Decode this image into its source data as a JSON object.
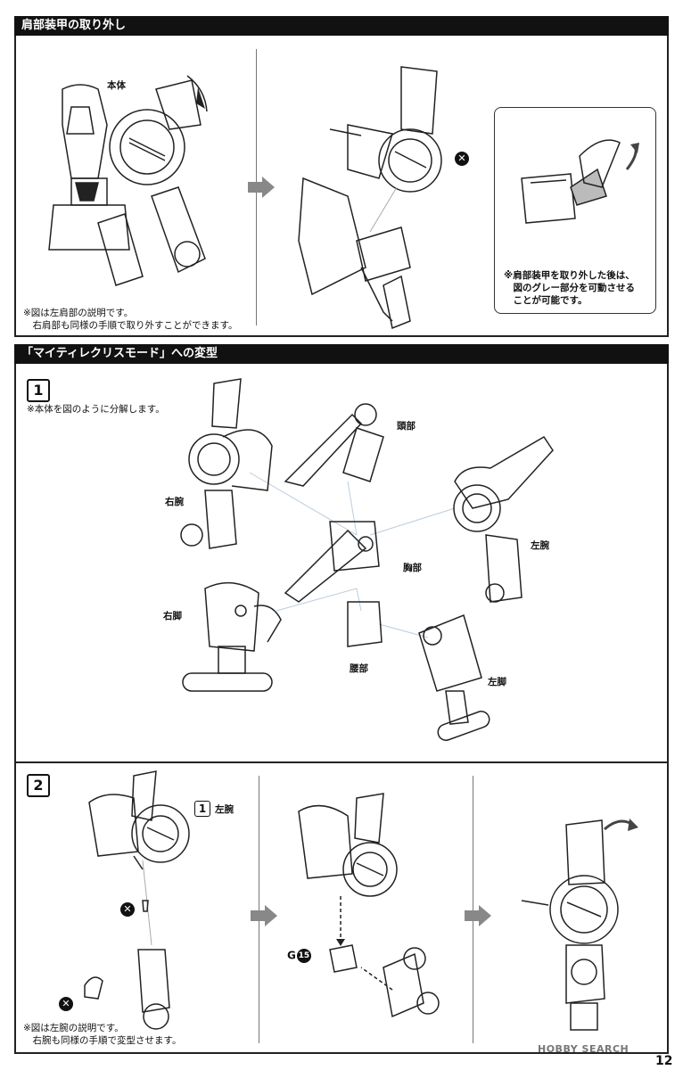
{
  "sections": {
    "s1_title": "肩部装甲の取り外し",
    "s2_title": "「マイティレクリスモード」への変型"
  },
  "s1": {
    "label_body": "本体",
    "note_left": "※図は左肩部の説明です。\n　右肩部も同様の手順で取り外すことができます。",
    "note_inset": "※肩部装甲を取り外した後は、\n　図のグレー部分を可動させる\n　ことが可能です。",
    "x": "✕"
  },
  "step1": {
    "num": "1",
    "note": "※本体を図のように分解します。",
    "parts": {
      "head": "頭部",
      "right_arm": "右腕",
      "left_arm": "左腕",
      "chest": "胸部",
      "right_leg": "右脚",
      "waist": "腰部",
      "left_leg": "左脚"
    }
  },
  "step2": {
    "num": "2",
    "ref_num": "1",
    "ref_label": "左腕",
    "part_letter": "G",
    "part_number": "15",
    "note": "※図は左腕の説明です。\n　右腕も同様の手順で変型させます。",
    "x1": "✕",
    "x2": "✕"
  },
  "footer": {
    "watermark": "HOBBY SEARCH",
    "page": "12"
  }
}
